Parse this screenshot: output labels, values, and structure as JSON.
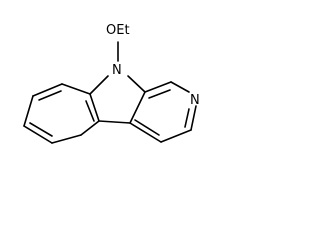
{
  "molecule": {
    "labels": {
      "oet": "OEt",
      "n_pyrrole": "N",
      "n_pyridine": "N"
    }
  }
}
